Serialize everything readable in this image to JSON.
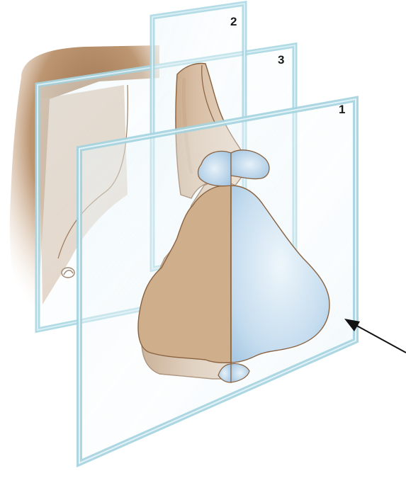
{
  "figure": {
    "plane_labels": [
      {
        "id": "plane-1",
        "text": "1"
      },
      {
        "id": "plane-2",
        "text": "2"
      },
      {
        "id": "plane-3",
        "text": "3"
      }
    ],
    "colors": {
      "glass_fill": "#dcEEf4",
      "glass_edge": "#9fd0dd",
      "glass_edge_dark": "#7fbccc",
      "skin_fill": "#c9a88a",
      "skin_dark": "#9a6a42",
      "skin_outline": "#8a6240",
      "cartilage_fill": "#bcd7ec",
      "cartilage_light": "#e4f0f8",
      "arrow": "#111111"
    }
  }
}
